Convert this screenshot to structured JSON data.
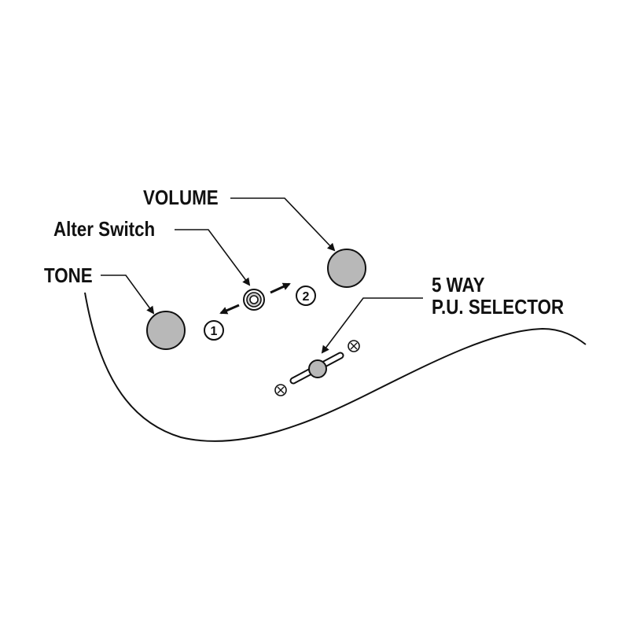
{
  "labels": {
    "volume": "VOLUME",
    "alter_switch": "Alter Switch",
    "tone": "TONE",
    "selector_line1": "5 WAY",
    "selector_line2": "P.U. SELECTOR"
  },
  "switch_positions": [
    "1",
    "2"
  ],
  "colors": {
    "knob_fill": "#b8b8b8",
    "line": "#111111",
    "background": "#ffffff"
  }
}
